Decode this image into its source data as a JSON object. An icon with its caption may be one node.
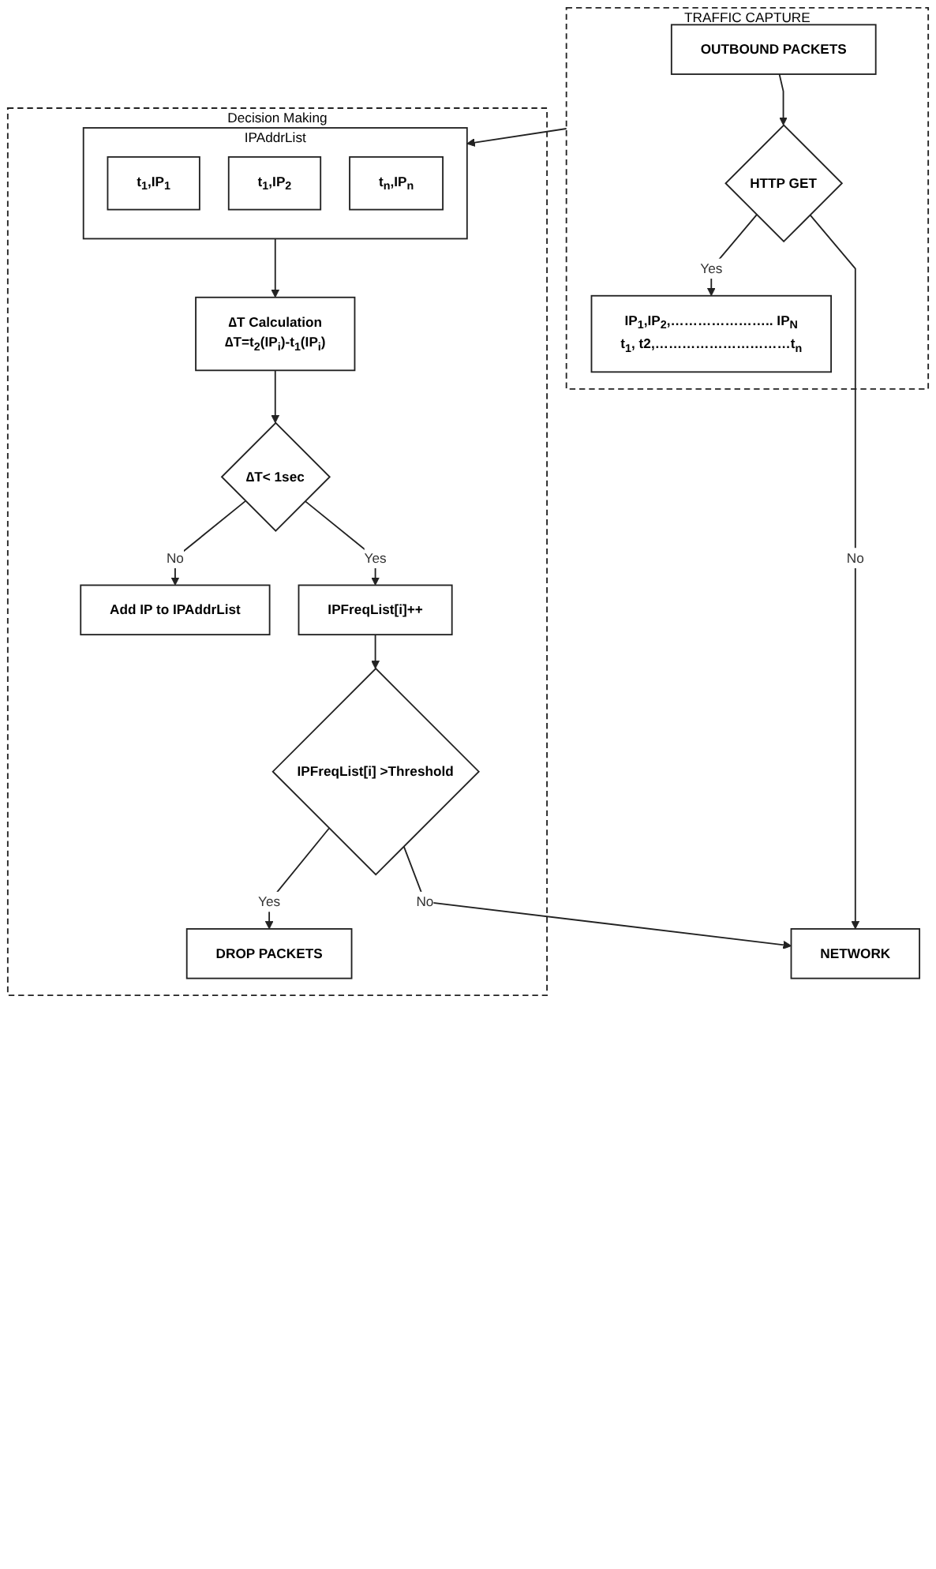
{
  "diagram": {
    "nodes": [
      {
        "text": [
          "TRAFFIC CAPTURE"
        ]
      },
      {
        "text": [
          "OUTBOUND  PACKETS"
        ],
        "in": 0
      },
      {
        "text": [
          "HTTP GET"
        ],
        "in": 0
      },
      {
        "text": [
          "IP$_{1}$,IP$_{2}$,………………….. IP$_{N}$",
          "t$_{1}$, t2,…………………………t$_{n}$"
        ],
        "in": 0
      },
      {
        "text": [
          "Decision Making"
        ]
      },
      {
        "text": [
          "IPAddrList"
        ],
        "in": 4
      },
      {
        "text": [
          "t$_{1}$,IP$_{1}$"
        ],
        "in": 5
      },
      {
        "text": [
          "t$_{1}$,IP$_{2}$"
        ],
        "in": 5
      },
      {
        "text": [
          "t$_{n}$,IP$_{n}$"
        ],
        "in": 5
      },
      {
        "text": [
          "∆T Calculation",
          "∆T=t$_{2}$(IP$_{i}$)-t$_{1}$(IP$_{i}$)"
        ],
        "in": 4
      },
      {
        "text": [
          "∆T< 1sec"
        ],
        "in": 4
      },
      {
        "text": [
          "Add IP to IPAddrList"
        ],
        "in": 4
      },
      {
        "text": [
          "IPFreqList[i]++"
        ],
        "in": 4
      },
      {
        "text": [
          "IPFreqList[i] >Threshold"
        ],
        "in": 4
      },
      {
        "text": [
          "DROP PACKETS"
        ],
        "in": 4
      },
      {
        "text": [
          "NETWORK"
        ]
      }
    ],
    "edges": [
      {
        "from": 1,
        "to": 2,
        "arrow": "to"
      },
      {
        "from": 2,
        "to": 3,
        "arrow": "to",
        "label": "Yes"
      },
      {
        "from": 2,
        "to": 15,
        "arrow": "to",
        "label": "No"
      },
      {
        "from": 0,
        "to": 5,
        "arrow": "to"
      },
      {
        "from": 5,
        "to": 9,
        "arrow": "to"
      },
      {
        "from": 9,
        "to": 10,
        "arrow": "to"
      },
      {
        "from": 10,
        "to": 11,
        "arrow": "to",
        "label": "No"
      },
      {
        "from": 10,
        "to": 12,
        "arrow": "to",
        "label": "Yes"
      },
      {
        "from": 12,
        "to": 13,
        "arrow": "to"
      },
      {
        "from": 13,
        "to": 14,
        "arrow": "to",
        "label": "Yes"
      },
      {
        "from": 13,
        "to": 15,
        "arrow": "to",
        "label": "No"
      }
    ]
  }
}
